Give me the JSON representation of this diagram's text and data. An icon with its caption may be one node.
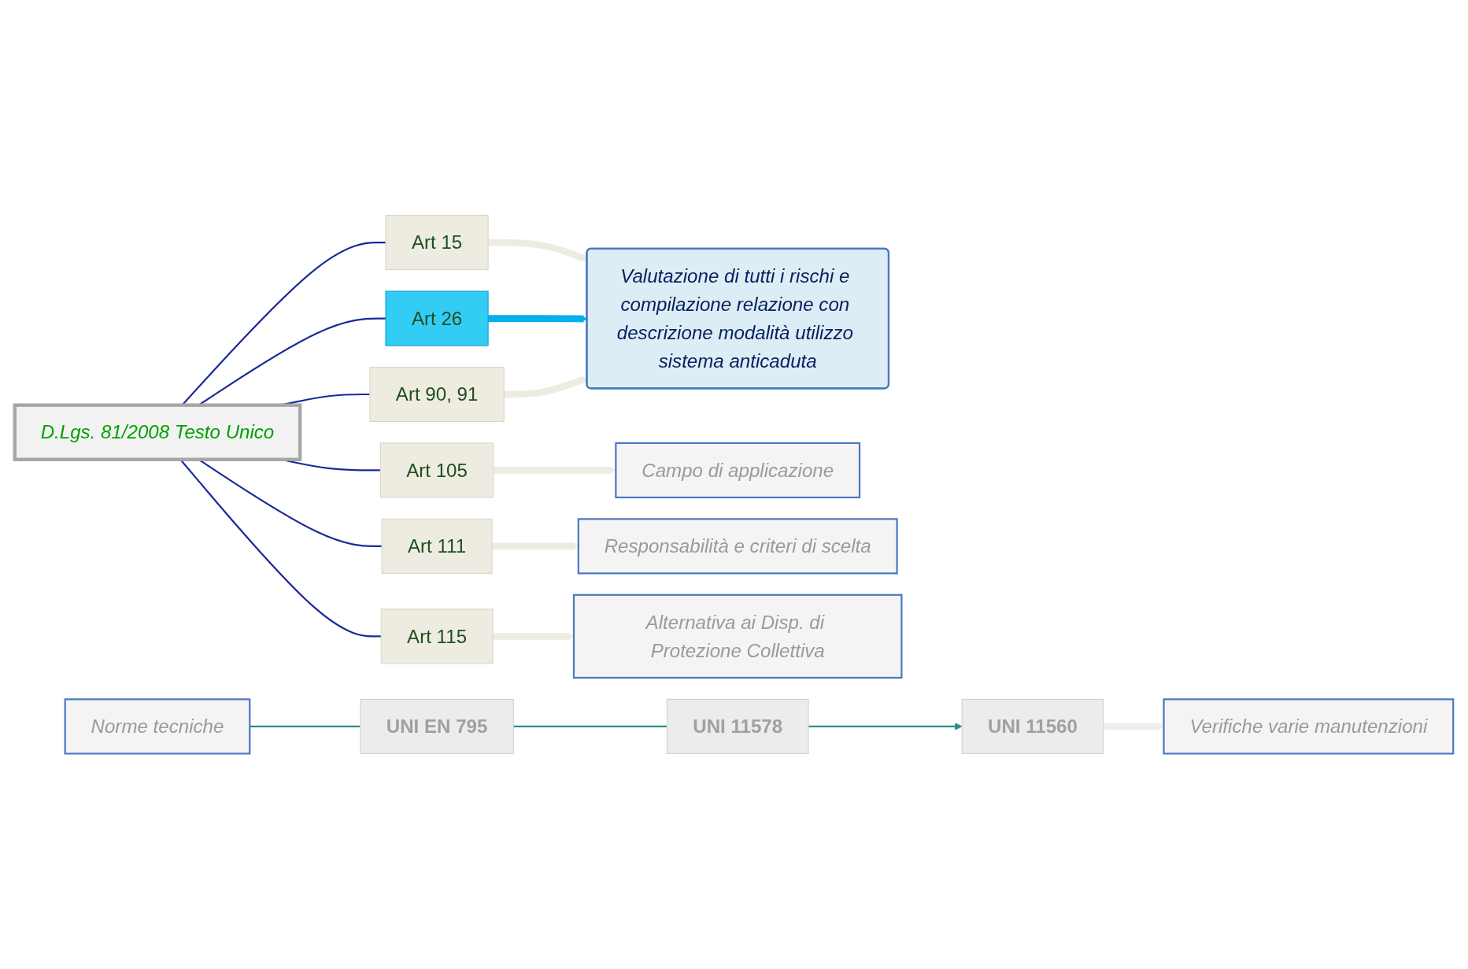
{
  "diagram": {
    "nodes": [
      {
        "text": [
          "D.Lgs. 81/2008 Testo Unico"
        ]
      },
      {
        "text": [
          "Art 15"
        ]
      },
      {
        "text": [
          "Art 26"
        ]
      },
      {
        "text": [
          "Art 90, 91"
        ]
      },
      {
        "text": [
          "Valutazione di tutti i rischi e compilazione relazione con descrizione modalità utilizzo sistema anticaduta"
        ]
      },
      {
        "text": [
          "Art 105"
        ]
      },
      {
        "text": [
          "Campo di applicazione"
        ]
      },
      {
        "text": [
          "Art 111"
        ]
      },
      {
        "text": [
          "Responsabilità e criteri di scelta"
        ]
      },
      {
        "text": [
          "Art 115"
        ]
      },
      {
        "text": [
          "Alternativa ai Disp. di Protezione Collettiva"
        ]
      },
      {
        "text": [
          "Norme tecniche"
        ]
      },
      {
        "text": [
          "UNI EN 795"
        ]
      },
      {
        "text": [
          "UNI 11578"
        ]
      },
      {
        "text": [
          "Verifiche varie manutenzioni"
        ]
      },
      {
        "text": [
          "UNI 11560"
        ]
      }
    ],
    "edges": [
      {
        "from": 0,
        "to": 1,
        "arrow": "none"
      },
      {
        "from": 0,
        "to": 2,
        "arrow": "none"
      },
      {
        "from": 0,
        "to": 3,
        "arrow": "none"
      },
      {
        "from": 0,
        "to": 5,
        "arrow": "none"
      },
      {
        "from": 0,
        "to": 7,
        "arrow": "none"
      },
      {
        "from": 0,
        "to": 9,
        "arrow": "none"
      },
      {
        "from": 1,
        "to": 4,
        "arrow": "to",
        "style": "thick",
        "color": "#eeece1"
      },
      {
        "from": 2,
        "to": 4,
        "arrow": "to",
        "style": "thick",
        "color": "#00b0f0"
      },
      {
        "from": 3,
        "to": 4,
        "arrow": "to",
        "style": "thick",
        "color": "#eeece1"
      },
      {
        "from": 5,
        "to": 6,
        "arrow": "to",
        "style": "thick",
        "color": "#eeece1"
      },
      {
        "from": 7,
        "to": 8,
        "arrow": "to",
        "style": "thick",
        "color": "#eeece1"
      },
      {
        "from": 9,
        "to": 10,
        "arrow": "to",
        "style": "thick",
        "color": "#eeece1"
      },
      {
        "from": 11,
        "to": 12,
        "arrow": "none",
        "color": "#2e8b8b"
      },
      {
        "from": 12,
        "to": 13,
        "arrow": "none",
        "color": "#2e8b8b"
      },
      {
        "from": 13,
        "to": 15,
        "arrow": "to",
        "color": "#2e8b8b"
      },
      {
        "from": 15,
        "to": 14,
        "arrow": "to",
        "style": "thick",
        "color": "#eeeeee"
      }
    ]
  }
}
